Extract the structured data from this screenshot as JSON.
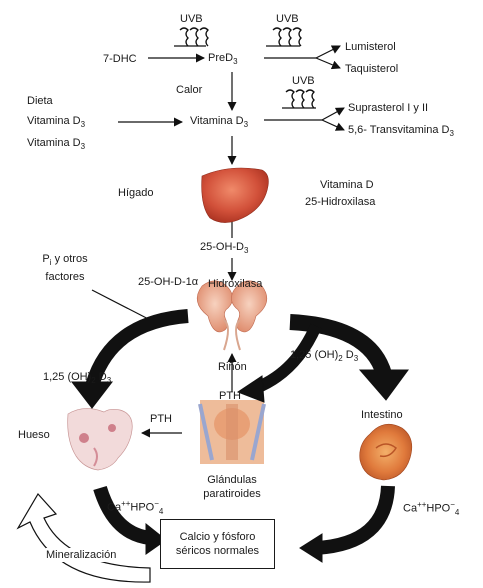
{
  "top": {
    "uvb1": "UVB",
    "uvb2": "UVB",
    "uvb3": "UVB",
    "dhc": "7-DHC",
    "pre": "PreD",
    "pre_sub": "3",
    "lumisterol": "Lumisterol",
    "taquisterol": "Taquisterol",
    "calor": "Calor",
    "dieta": "Dieta",
    "vitd_a": "Vitamina D",
    "vitd_a_sub": "3",
    "vitd_b": "Vitamina D",
    "vitd_b_sub": "3",
    "vitd_center": "Vitamina D",
    "vitd_center_sub": "3",
    "suprasterol": "Suprasterol I y II",
    "transvit": "5,6- Transvitamina D",
    "transvit_sub": "3"
  },
  "liver": {
    "label": "Hígado",
    "enzyme_line1": "Vitamina D",
    "enzyme_line2": "25-Hidroxilasa",
    "product": "25-OH-D",
    "product_sub": "3"
  },
  "kidney": {
    "pi_p": "P",
    "pi_sub": "i",
    "pi_rest": " y otros",
    "factores": "factores",
    "enzyme_prefix": "25-OH-D-1α",
    "enzyme_suffix": "Hidroxilasa",
    "label": "Riñón"
  },
  "flows": {
    "left_125_a": "1,25 (OH)",
    "left_125_b": "2",
    "left_125_c": " D",
    "left_125_d": "3",
    "right_125_a": "1,25 (OH)",
    "right_125_b": "2",
    "right_125_c": " D",
    "right_125_d": "3",
    "pth_up": "PTH",
    "pth_left": "PTH"
  },
  "organs": {
    "hueso": "Hueso",
    "intestino": "Intestino",
    "glandulas1": "Glándulas",
    "glandulas2": "paratiroides"
  },
  "ions": {
    "left_a": "Ca",
    "left_b": "++",
    "left_c": "HPO",
    "left_d": "−",
    "left_e": "4",
    "right_a": "Ca",
    "right_b": "++",
    "right_c": "HPO",
    "right_d": "−",
    "right_e": "4"
  },
  "bottom": {
    "box_line1": "Calcio y fósforo",
    "box_line2": "séricos normales",
    "mineralizacion": "Mineralización"
  },
  "colors": {
    "arrow": "#111111",
    "liver": "#c8432f",
    "kidney": "#e8a58a",
    "bone": "#d9a0a0",
    "intestine": "#e07a3c"
  }
}
